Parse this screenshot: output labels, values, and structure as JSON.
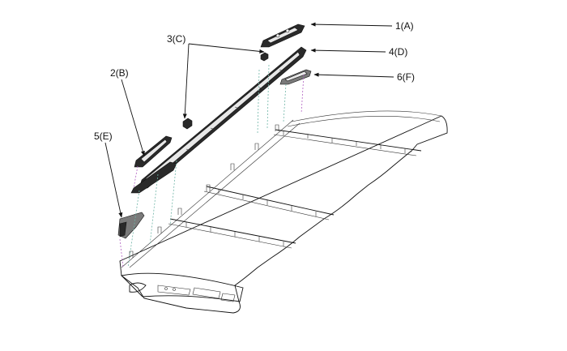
{
  "callouts": [
    {
      "id": "1",
      "label": "1(A)"
    },
    {
      "id": "2",
      "label": "2(B)"
    },
    {
      "id": "3",
      "label": "3(C)"
    },
    {
      "id": "4",
      "label": "4(D)"
    },
    {
      "id": "5",
      "label": "5(E)"
    },
    {
      "id": "6",
      "label": "6(F)"
    }
  ]
}
